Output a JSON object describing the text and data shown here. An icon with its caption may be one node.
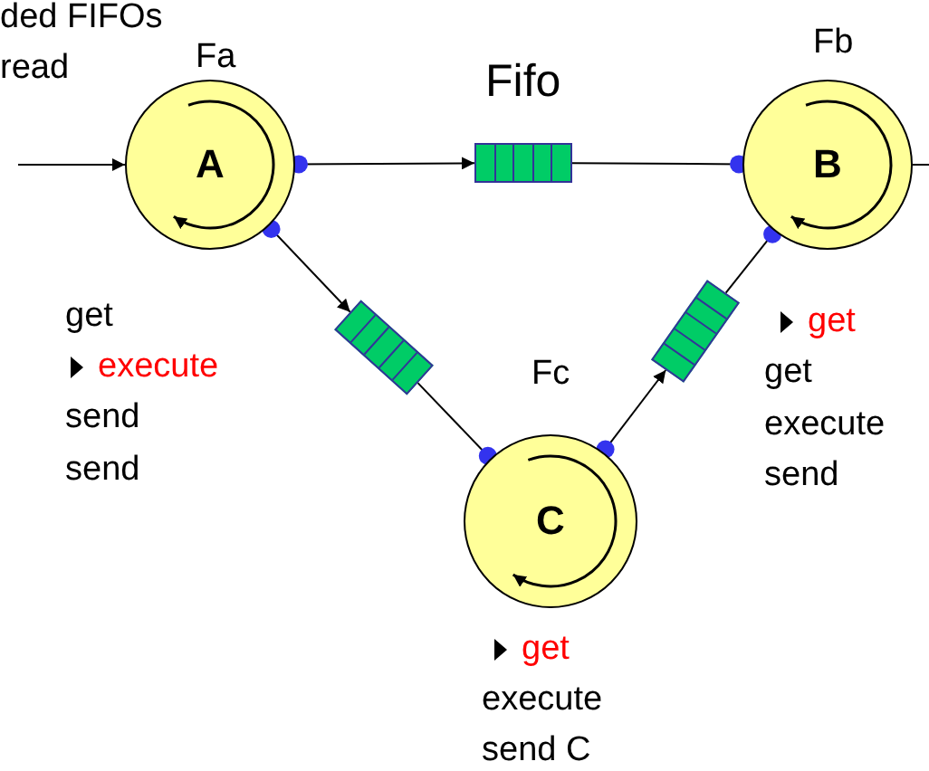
{
  "diagram": {
    "title": "Fifo",
    "nodes": [
      {
        "text": [
          "A"
        ],
        "beside": [
          "Fa"
        ]
      },
      {
        "text": [
          "B"
        ],
        "beside": [
          "Fb"
        ]
      },
      {
        "text": [
          "C"
        ],
        "beside": [
          "Fc"
        ]
      },
      {
        "text": [],
        "shape": "box"
      },
      {
        "text": [],
        "shape": "box"
      },
      {
        "text": [],
        "shape": "box"
      }
    ],
    "edges": [
      {
        "from": null,
        "to": 0,
        "arrow": "to"
      },
      {
        "from": 0,
        "to": 3,
        "arrow": "to"
      },
      {
        "from": 3,
        "to": 1,
        "arrow": "none"
      },
      {
        "from": 1,
        "to": null,
        "arrow": "none"
      },
      {
        "from": 0,
        "to": 4,
        "arrow": "to"
      },
      {
        "from": 4,
        "to": 2,
        "arrow": "none"
      },
      {
        "from": 2,
        "to": 5,
        "arrow": "to"
      },
      {
        "from": 5,
        "to": 1,
        "arrow": "none"
      }
    ],
    "labels": [
      "ded FIFOs",
      "read",
      "get",
      "execute",
      "send",
      "send",
      "get",
      "get",
      "execute",
      "send",
      "get",
      "execute",
      "send C"
    ]
  }
}
